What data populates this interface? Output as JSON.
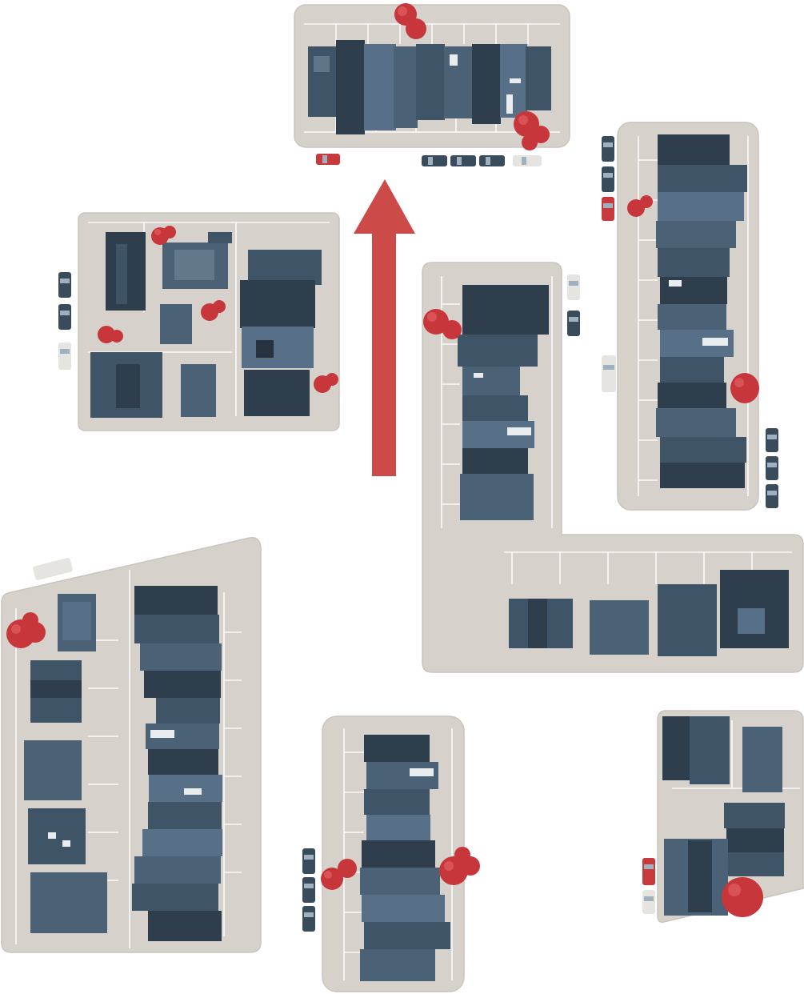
{
  "map": {
    "style": "illustrated top-down neighborhood map",
    "colors": {
      "background": "#ffffff",
      "block_ground": "#d7d1cb",
      "building": "#3f5466",
      "tree": "#c7363a",
      "direction_arrow": "#cc4a47"
    },
    "direction_arrow": {
      "direction": "north",
      "icon": "up-arrow-icon"
    },
    "blocks": [
      {
        "id": "north"
      },
      {
        "id": "northwest"
      },
      {
        "id": "northeast"
      },
      {
        "id": "center-east-l-shaped"
      },
      {
        "id": "southwest"
      },
      {
        "id": "south-center"
      },
      {
        "id": "southeast"
      }
    ]
  }
}
